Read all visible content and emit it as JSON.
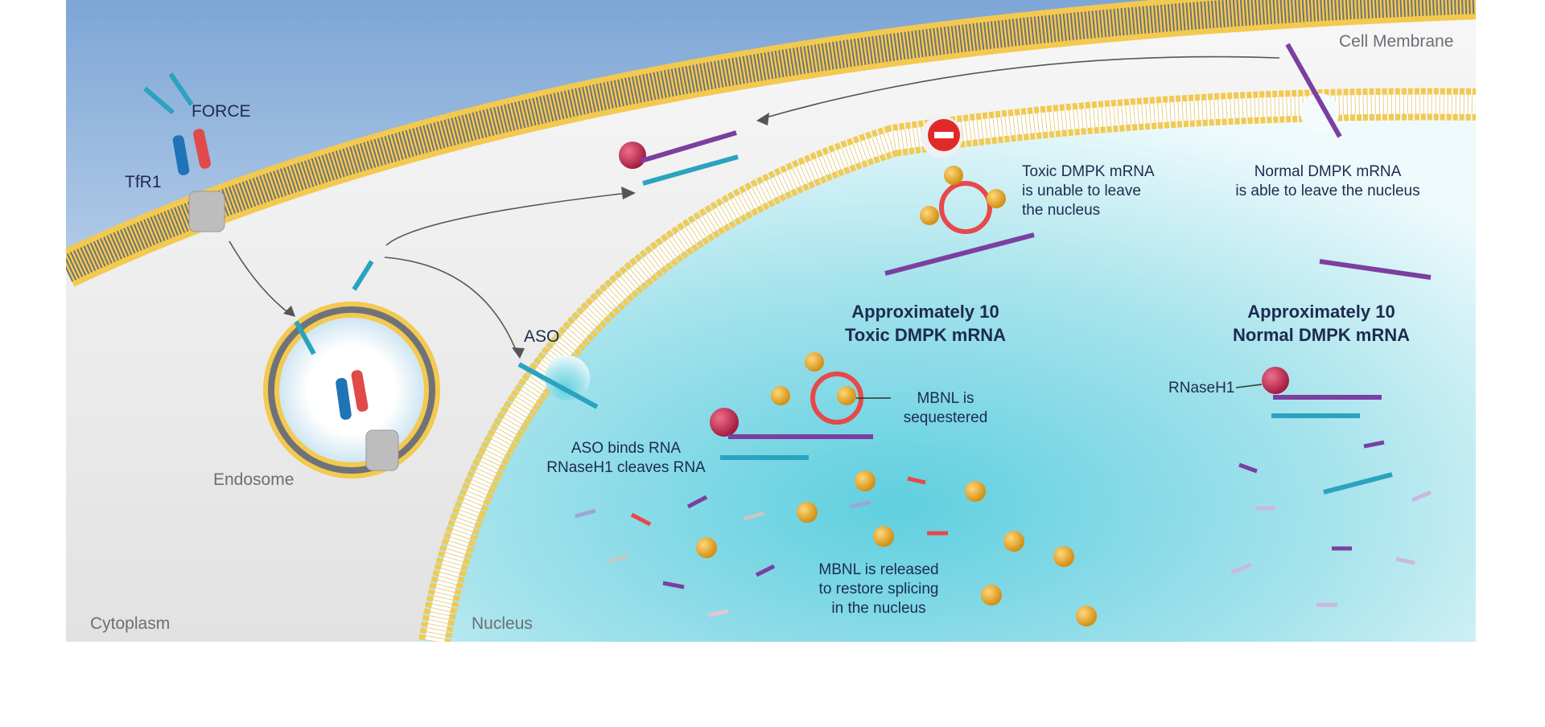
{
  "labels": {
    "cell_membrane": "Cell Membrane",
    "cytoplasm": "Cytoplasm",
    "nucleus": "Nucleus",
    "endosome": "Endosome",
    "force": "FORCE",
    "tfr1": "TfR1",
    "aso": "ASO",
    "aso_binds": "ASO binds RNA\nRNaseH1 cleaves RNA",
    "toxic_unable": "Toxic DMPK mRNA\nis unable to leave\nthe nucleus",
    "normal_able": "Normal DMPK mRNA\nis able to leave the nucleus",
    "toxic_count": "Approximately 10\nToxic DMPK mRNA",
    "normal_count": "Approximately 10\nNormal DMPK mRNA",
    "mbnl_sequestered": "MBNL is\nsequestered",
    "mbnl_released": "MBNL is released\nto restore splicing\nin the nucleus",
    "rnaseh1": "RNaseH1"
  },
  "colors": {
    "membrane_head": "#f2c64b",
    "membrane_tail": "#6b6f75",
    "nucleus_fill": "#9fe0ea",
    "cytoplasm_fill": "#ececec",
    "aso": "#2aa3bf",
    "mrna": "#7b3fa0",
    "toxic_loop": "#e8484a",
    "mbnl": "#e8a11c",
    "rnaseh1": "#c2264a",
    "receptor": "#bdbdbd",
    "antibody_blue": "#1f73b7",
    "antibody_red": "#e04a4a",
    "block_sign": "#e02a2a"
  },
  "icons": [
    "block-icon",
    "rnaseh1-icon",
    "mbnl-icon",
    "receptor-icon"
  ]
}
